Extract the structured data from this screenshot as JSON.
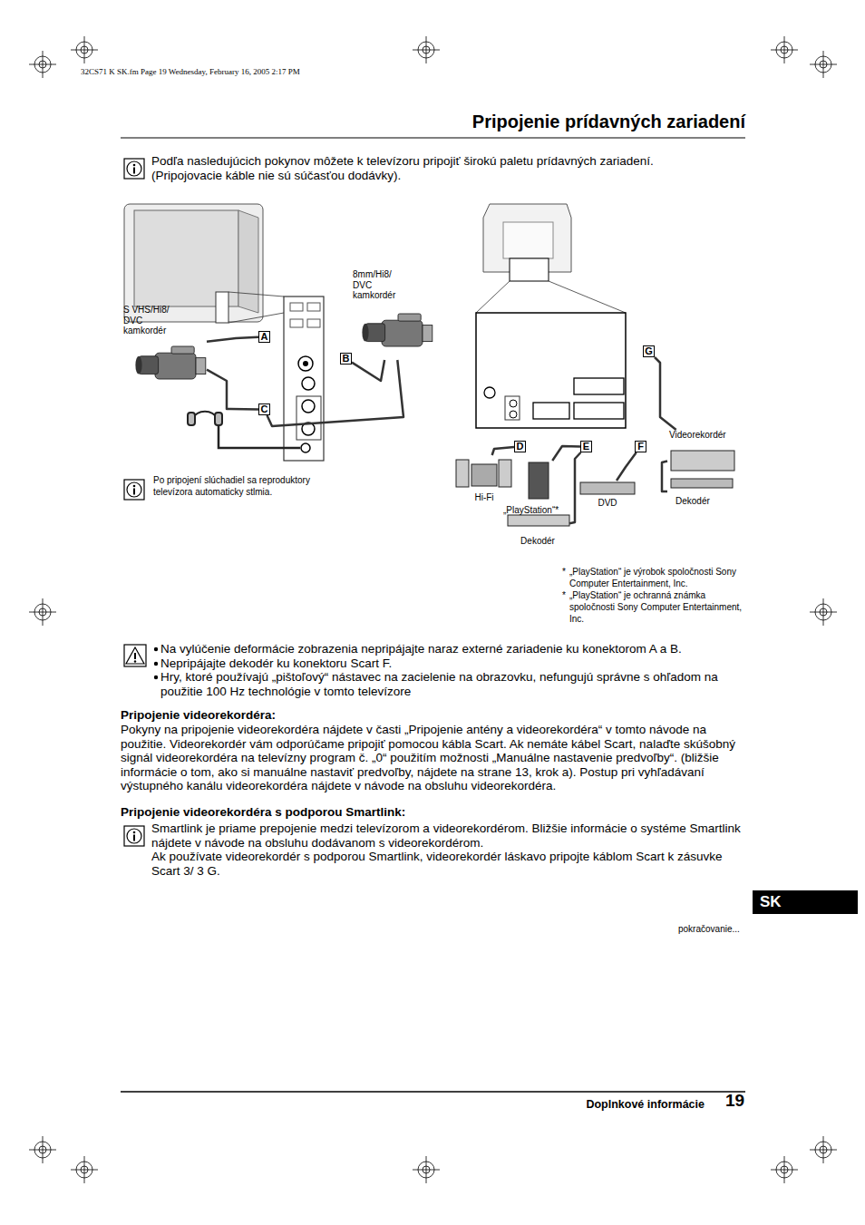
{
  "diagram": {
    "title": "Pripojenie prídavných zariadení",
    "nodes": [
      {
        "text": [
          "S VHS/Hi8/ DVC kamkordér"
        ]
      },
      {
        "text": [
          "8mm/Hi8/ DVC kamkordér"
        ]
      },
      {
        "text": [
          "A"
        ]
      },
      {
        "text": [
          "B"
        ]
      },
      {
        "text": [
          "C"
        ]
      },
      {
        "text": [
          "G"
        ]
      },
      {
        "text": [
          "D"
        ]
      },
      {
        "text": [
          "E"
        ]
      },
      {
        "text": [
          "F"
        ]
      },
      {
        "text": [
          "Videorekordér"
        ]
      },
      {
        "text": [
          "Dekodér"
        ]
      },
      {
        "text": [
          "Hi-Fi"
        ]
      },
      {
        "text": [
          "„PlayStation“*"
        ]
      },
      {
        "text": [
          "Dekodér"
        ]
      },
      {
        "text": [
          "DVD"
        ]
      }
    ],
    "edges": [
      {
        "from": 0,
        "to": 2,
        "arrow": "none"
      },
      {
        "from": 0,
        "to": 4,
        "arrow": "none"
      },
      {
        "from": 1,
        "to": 3,
        "arrow": "none"
      },
      {
        "from": 1,
        "to": 4,
        "arrow": "none"
      },
      {
        "from": 11,
        "to": 6,
        "arrow": "none"
      },
      {
        "from": 12,
        "to": 7,
        "arrow": "none"
      },
      {
        "from": 13,
        "to": 7,
        "arrow": "none"
      },
      {
        "from": 14,
        "to": 8,
        "arrow": "none"
      },
      {
        "from": 9,
        "to": 5,
        "arrow": "none"
      },
      {
        "from": 10,
        "to": 9,
        "arrow": "none"
      }
    ],
    "labels": [
      "32CS71 K SK.fm Page 19 Wednesday, February 16, 2005 2:17 PM",
      "Podľa nasledujúcich pokynov môžete k televízoru pripojiť širokú paletu prídavných zariadení.",
      "(Pripojovacie káble nie sú súčasťou dodávky).",
      "Po pripojení slúchadiel sa reproduktory televízora automaticky stlmia.",
      "*",
      "„PlayStation“ je výrobok spoločnosti Sony Computer Entertainment, Inc.",
      "*",
      "„PlayStation“ je ochranná známka spoločnosti Sony Computer Entertainment, Inc.",
      "Na vylúčenie deformácie zobrazenia nepripájajte naraz externé zariadenie ku konektorom A a B.",
      "Nepripájajte dekodér ku konektoru Scart F.",
      "Hry, ktoré používajú „pištoľový“ nástavec na zacielenie na obrazovku, nefungujú správne s ohľadom na použitie 100 Hz technológie v tomto televízore",
      "Pripojenie videorekordéra:",
      "Pokyny na pripojenie videorekordéra nájdete v časti „Pripojenie antény a videorekordéra“ v tomto návode na použitie. Videorekordér vám odporúčame pripojiť pomocou kábla Scart. Ak nemáte kábel Scart, nalaďte skúšobný signál videorekordéra na televízny program č. „0“ použitím možnosti „Manuálne nastavenie predvoľby“. (bližšie informácie o tom, ako si manuálne nastaviť predvoľby, nájdete na strane 13, krok a). Postup pri vyhľadávaní výstupného kanálu videorekordéra nájdete v návode na obsluhu videorekordéra.",
      "Pripojenie videorekordéra s podporou Smartlink:",
      "Smartlink je priame prepojenie medzi televízorom a videorekordérom. Bližšie informácie o systéme Smartlink nájdete v návode na obsluhu dodávanom s videorekordérom.",
      "Ak používate videorekordér s podporou Smartlink, videorekordér láskavo pripojte káblom Scart k zásuvke Scart 3/ 3 G.",
      "SK",
      "pokračovanie...",
      "Doplnkové informácie",
      "19"
    ]
  }
}
